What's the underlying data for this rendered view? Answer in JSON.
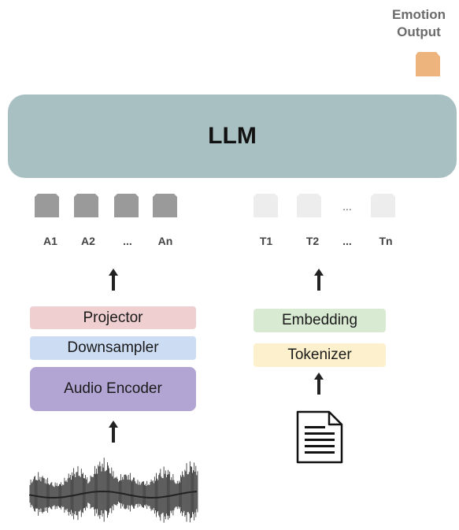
{
  "emotion": {
    "line1": "Emotion",
    "line2": "Output",
    "color": "#EDB47E"
  },
  "llm": {
    "label": "LLM",
    "color": "#A9C0C3"
  },
  "audio_tokens": {
    "labels": [
      "A1",
      "A2",
      "...",
      "An"
    ],
    "color": "#9A9A9A"
  },
  "text_tokens": {
    "labels": [
      "T1",
      "T2",
      "...",
      "Tn"
    ],
    "color": "#EDEDED",
    "gap_label": "..."
  },
  "audio_branch": {
    "projector": {
      "label": "Projector",
      "color": "#EFCFCF"
    },
    "downsampler": {
      "label": "Downsampler",
      "color": "#CCDCF3"
    },
    "encoder": {
      "label": "Audio Encoder",
      "color": "#B2A5D3"
    }
  },
  "text_branch": {
    "embedding": {
      "label": "Embedding",
      "color": "#D9EAD3"
    },
    "tokenizer": {
      "label": "Tokenizer",
      "color": "#FCF1CC"
    }
  },
  "icons": {
    "document": "document-icon",
    "waveform": "waveform-icon"
  }
}
